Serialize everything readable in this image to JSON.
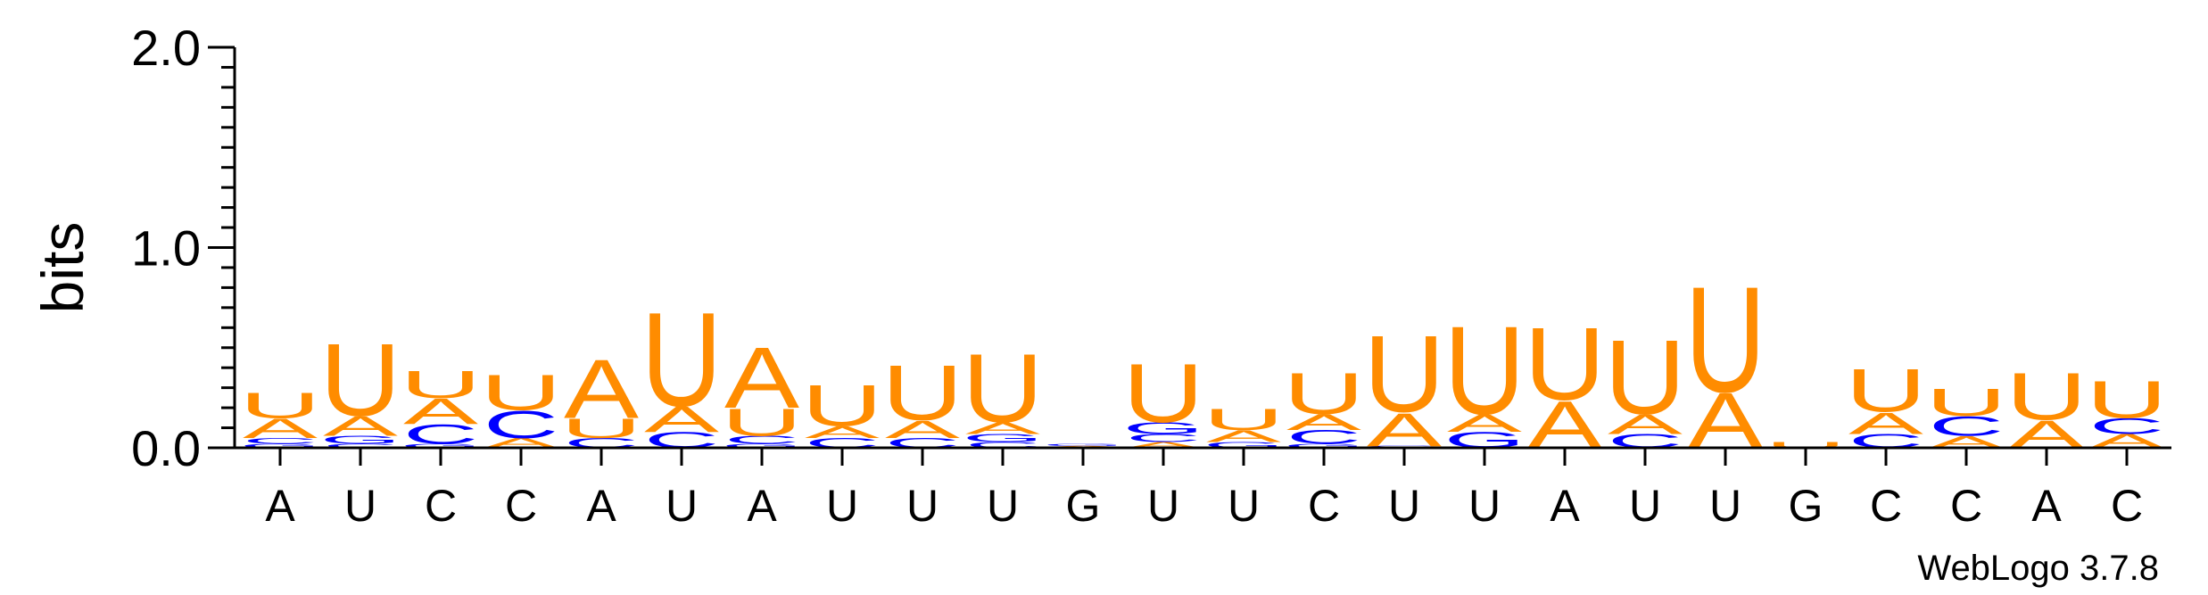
{
  "chart_data": {
    "type": "sequence-logo",
    "ylabel": "bits",
    "ylim": [
      0,
      2.0
    ],
    "yticks": [
      {
        "value": 0.0,
        "label": "0.0"
      },
      {
        "value": 1.0,
        "label": "1.0"
      },
      {
        "value": 2.0,
        "label": "2.0"
      }
    ],
    "watermark": "WebLogo 3.7.8",
    "colors": {
      "A": "#ff8c00",
      "U": "#ff8c00",
      "C": "#0000ff",
      "G": "#0000ff"
    },
    "positions": [
      {
        "label": "A",
        "stack": [
          {
            "letter": "G",
            "bits": 0.02
          },
          {
            "letter": "C",
            "bits": 0.03
          },
          {
            "letter": "A",
            "bits": 0.1
          },
          {
            "letter": "U",
            "bits": 0.13
          }
        ]
      },
      {
        "label": "U",
        "stack": [
          {
            "letter": "C",
            "bits": 0.02
          },
          {
            "letter": "G",
            "bits": 0.04
          },
          {
            "letter": "A",
            "bits": 0.1
          },
          {
            "letter": "U",
            "bits": 0.37
          }
        ]
      },
      {
        "label": "C",
        "stack": [
          {
            "letter": "G",
            "bits": 0.02
          },
          {
            "letter": "C",
            "bits": 0.1
          },
          {
            "letter": "A",
            "bits": 0.13
          },
          {
            "letter": "U",
            "bits": 0.14
          }
        ]
      },
      {
        "label": "C",
        "stack": [
          {
            "letter": "A",
            "bits": 0.05
          },
          {
            "letter": "C",
            "bits": 0.14
          },
          {
            "letter": "U",
            "bits": 0.18
          }
        ]
      },
      {
        "label": "A",
        "stack": [
          {
            "letter": "C",
            "bits": 0.05
          },
          {
            "letter": "U",
            "bits": 0.1
          },
          {
            "letter": "A",
            "bits": 0.3
          }
        ]
      },
      {
        "label": "U",
        "stack": [
          {
            "letter": "C",
            "bits": 0.08
          },
          {
            "letter": "A",
            "bits": 0.13
          },
          {
            "letter": "U",
            "bits": 0.48
          }
        ]
      },
      {
        "label": "A",
        "stack": [
          {
            "letter": "G",
            "bits": 0.02
          },
          {
            "letter": "C",
            "bits": 0.04
          },
          {
            "letter": "U",
            "bits": 0.14
          },
          {
            "letter": "A",
            "bits": 0.31
          }
        ]
      },
      {
        "label": "U",
        "stack": [
          {
            "letter": "C",
            "bits": 0.05
          },
          {
            "letter": "A",
            "bits": 0.06
          },
          {
            "letter": "U",
            "bits": 0.21
          }
        ]
      },
      {
        "label": "U",
        "stack": [
          {
            "letter": "C",
            "bits": 0.05
          },
          {
            "letter": "A",
            "bits": 0.09
          },
          {
            "letter": "U",
            "bits": 0.28
          }
        ]
      },
      {
        "label": "U",
        "stack": [
          {
            "letter": "C",
            "bits": 0.03
          },
          {
            "letter": "G",
            "bits": 0.04
          },
          {
            "letter": "A",
            "bits": 0.06
          },
          {
            "letter": "U",
            "bits": 0.35
          }
        ]
      },
      {
        "label": "G",
        "stack": [
          {
            "letter": "C",
            "bits": 0.005
          },
          {
            "letter": "A",
            "bits": 0.005
          },
          {
            "letter": "G",
            "bits": 0.01
          }
        ]
      },
      {
        "label": "U",
        "stack": [
          {
            "letter": "A",
            "bits": 0.03
          },
          {
            "letter": "C",
            "bits": 0.04
          },
          {
            "letter": "G",
            "bits": 0.06
          },
          {
            "letter": "U",
            "bits": 0.3
          }
        ]
      },
      {
        "label": "U",
        "stack": [
          {
            "letter": "G",
            "bits": 0.03
          },
          {
            "letter": "A",
            "bits": 0.06
          },
          {
            "letter": "U",
            "bits": 0.11
          }
        ]
      },
      {
        "label": "C",
        "stack": [
          {
            "letter": "G",
            "bits": 0.02
          },
          {
            "letter": "C",
            "bits": 0.07
          },
          {
            "letter": "A",
            "bits": 0.08
          },
          {
            "letter": "U",
            "bits": 0.21
          }
        ]
      },
      {
        "label": "U",
        "stack": [
          {
            "letter": "G",
            "bits": 0.01
          },
          {
            "letter": "A",
            "bits": 0.17
          },
          {
            "letter": "U",
            "bits": 0.39
          }
        ]
      },
      {
        "label": "U",
        "stack": [
          {
            "letter": "G",
            "bits": 0.08
          },
          {
            "letter": "A",
            "bits": 0.09
          },
          {
            "letter": "U",
            "bits": 0.45
          }
        ]
      },
      {
        "label": "A",
        "stack": [
          {
            "letter": "A",
            "bits": 0.24
          },
          {
            "letter": "U",
            "bits": 0.37
          }
        ]
      },
      {
        "label": "U",
        "stack": [
          {
            "letter": "C",
            "bits": 0.07
          },
          {
            "letter": "A",
            "bits": 0.1
          },
          {
            "letter": "U",
            "bits": 0.38
          }
        ]
      },
      {
        "label": "U",
        "stack": [
          {
            "letter": "A",
            "bits": 0.28
          },
          {
            "letter": "U",
            "bits": 0.54
          }
        ]
      },
      {
        "label": "G",
        "stack": [
          {
            "letter": "U",
            "bits": 0.03
          }
        ]
      },
      {
        "label": "C",
        "stack": [
          {
            "letter": "C",
            "bits": 0.07
          },
          {
            "letter": "A",
            "bits": 0.11
          },
          {
            "letter": "U",
            "bits": 0.22
          }
        ]
      },
      {
        "label": "C",
        "stack": [
          {
            "letter": "A",
            "bits": 0.06
          },
          {
            "letter": "C",
            "bits": 0.1
          },
          {
            "letter": "U",
            "bits": 0.14
          }
        ]
      },
      {
        "label": "A",
        "stack": [
          {
            "letter": "A",
            "bits": 0.14
          },
          {
            "letter": "U",
            "bits": 0.24
          }
        ]
      },
      {
        "label": "C",
        "stack": [
          {
            "letter": "A",
            "bits": 0.07
          },
          {
            "letter": "C",
            "bits": 0.08
          },
          {
            "letter": "U",
            "bits": 0.19
          }
        ]
      }
    ]
  }
}
